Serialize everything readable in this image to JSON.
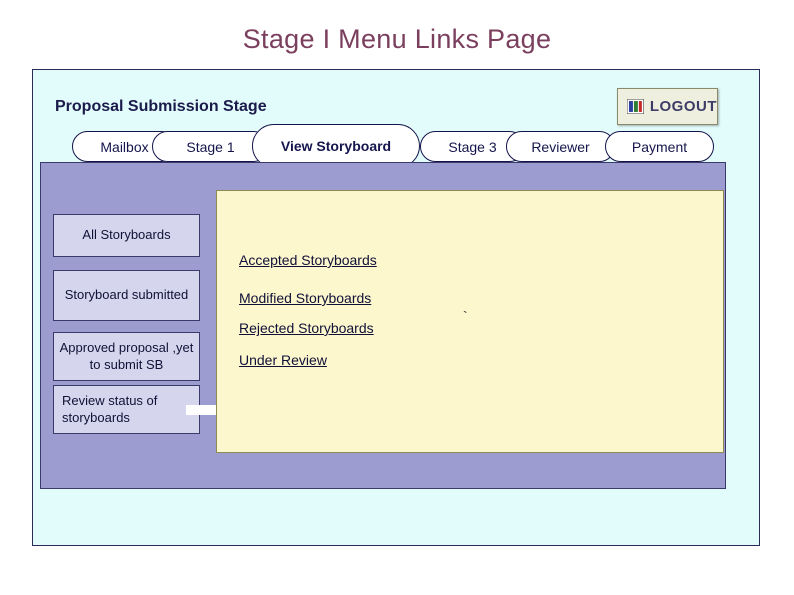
{
  "page": {
    "title": "Stage I Menu Links Page",
    "section_heading": "Proposal Submission Stage",
    "stray_mark": "`"
  },
  "logout": {
    "label": "LOGOUT",
    "icon": "flag-icon"
  },
  "nav_tabs": [
    {
      "label": "Mailbox",
      "bold": false
    },
    {
      "label": "Stage 1",
      "bold": false
    },
    {
      "label": "View Storyboard",
      "bold": true
    },
    {
      "label": "Stage 3",
      "bold": false
    },
    {
      "label": "Reviewer",
      "bold": false
    },
    {
      "label": "Payment",
      "bold": false
    }
  ],
  "menu_buttons": [
    {
      "label": "All Storyboards"
    },
    {
      "label": "Storyboard submitted"
    },
    {
      "label": "Approved proposal ,yet to submit SB"
    },
    {
      "label": "Review status of storyboards"
    }
  ],
  "content_links": [
    {
      "label": "Accepted Storyboards"
    },
    {
      "label": "Modified Storyboards"
    },
    {
      "label": "Rejected Storyboards"
    },
    {
      "label": "Under Review"
    }
  ],
  "colors": {
    "title": "#7b3f5e",
    "outer_panel": "#e2fbfb",
    "body_panel": "#9c9cd0",
    "menu_button": "#d5d5ee",
    "content_panel": "#fcf7cd"
  }
}
